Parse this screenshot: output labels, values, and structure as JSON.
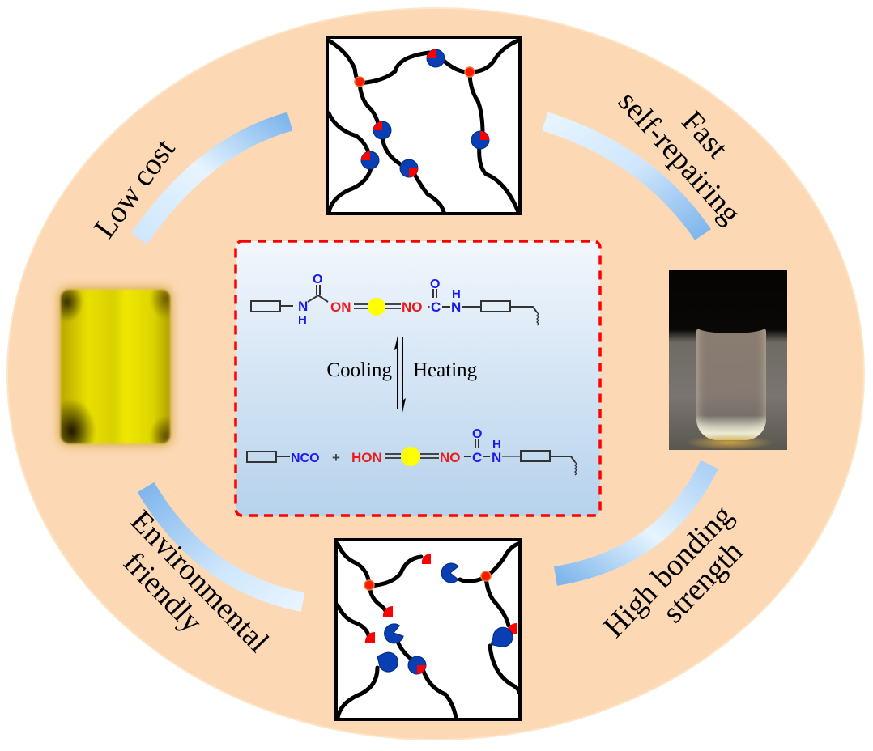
{
  "figure": {
    "type": "graphical-abstract",
    "colors": {
      "background_ellipse": "#fcd9b4",
      "arc_light": "#e3f3ff",
      "arc_dark": "#7fb6ec",
      "dashed_border": "#ff0000",
      "center_box_top": "#f2f7fd",
      "center_box_bottom": "#b6d2ec",
      "blue_atom": "#0000ee",
      "red_atom": "#ff0000",
      "metal_center": "#ffff00",
      "network_blue": "#0a3fb4",
      "network_red": "#ff0000"
    }
  },
  "features": {
    "top_left": {
      "lines": [
        "Low cost"
      ]
    },
    "top_right": {
      "lines": [
        "Fast",
        "self-repairing"
      ]
    },
    "bottom_left": {
      "lines": [
        "Environmental",
        "friendly"
      ]
    },
    "bottom_right": {
      "lines": [
        "High bonding",
        "strength"
      ]
    }
  },
  "reaction": {
    "top_molecule": {
      "left_amine": "N",
      "left_amine_h": "H",
      "carbonyl_o_left": "O",
      "oxime_left": "ON",
      "oxime_right": "NO",
      "carbon_right": "C",
      "carbonyl_o_right": "O",
      "amine_right": "N",
      "amine_right_h": "H"
    },
    "cooling_label": "Cooling",
    "heating_label": "Heating",
    "bottom_products": {
      "isocyanate": "NCO",
      "plus": "+",
      "oxime_left": "HON",
      "oxime_right": "NO",
      "carbon_right": "C",
      "carbonyl_o_right": "O",
      "amine_right": "N",
      "amine_right_h": "H"
    }
  },
  "panels": {
    "network_top": {
      "state": "healed network",
      "crosslinks": 2,
      "bonded_pairs": 5
    },
    "network_bottom": {
      "state": "damaged network",
      "crosslinks": 2,
      "bonded_pairs": 1,
      "free_red": 4,
      "free_blue": 4
    },
    "photo_left": {
      "subject": "yellow film"
    },
    "photo_right": {
      "subject": "vial of transparent liquid"
    }
  }
}
